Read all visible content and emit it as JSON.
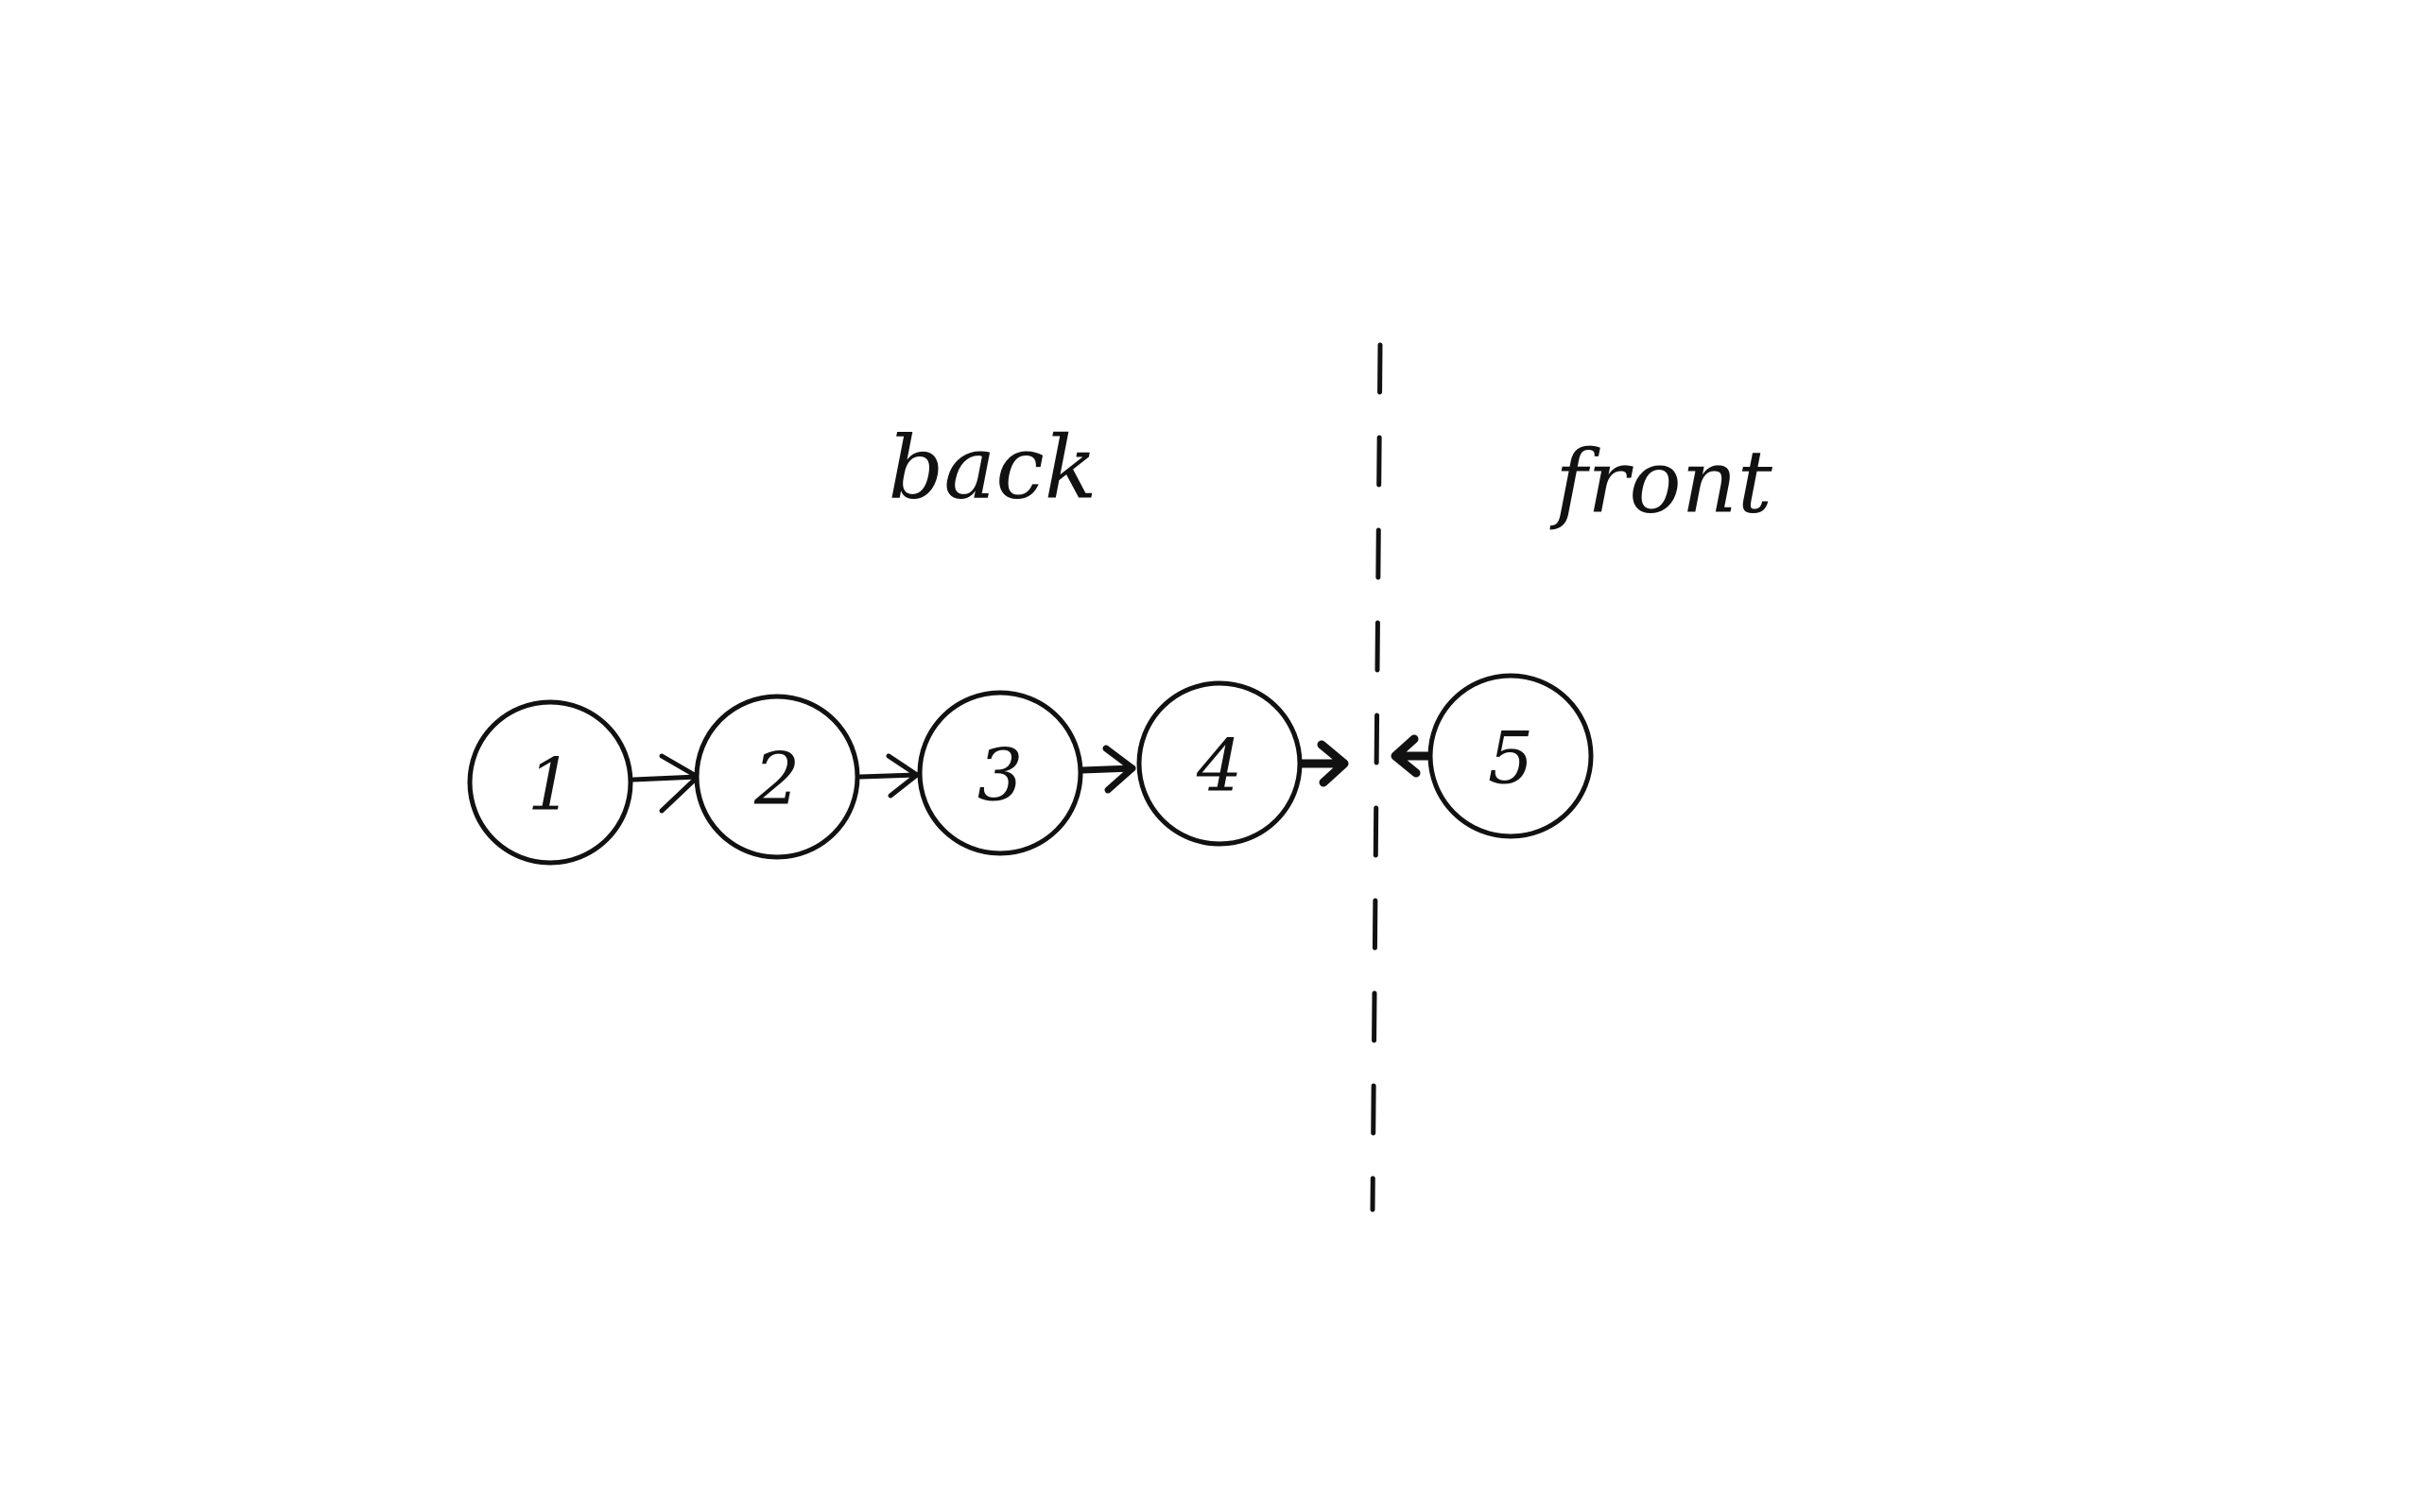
{
  "diagram": {
    "labels": {
      "back": "back",
      "front": "front"
    },
    "nodes": [
      {
        "id": "n1",
        "label": "1"
      },
      {
        "id": "n2",
        "label": "2"
      },
      {
        "id": "n3",
        "label": "3"
      },
      {
        "id": "n4",
        "label": "4"
      },
      {
        "id": "n5",
        "label": "5"
      }
    ],
    "edges": [
      {
        "from": "n1",
        "to": "n2"
      },
      {
        "from": "n2",
        "to": "n3"
      },
      {
        "from": "n3",
        "to": "n4"
      },
      {
        "from": "n4",
        "to": "divider"
      },
      {
        "from": "n5",
        "to": "divider"
      }
    ],
    "divider": {
      "style": "dashed"
    },
    "colors": {
      "ink": "#111111",
      "background": "#ffffff"
    }
  }
}
